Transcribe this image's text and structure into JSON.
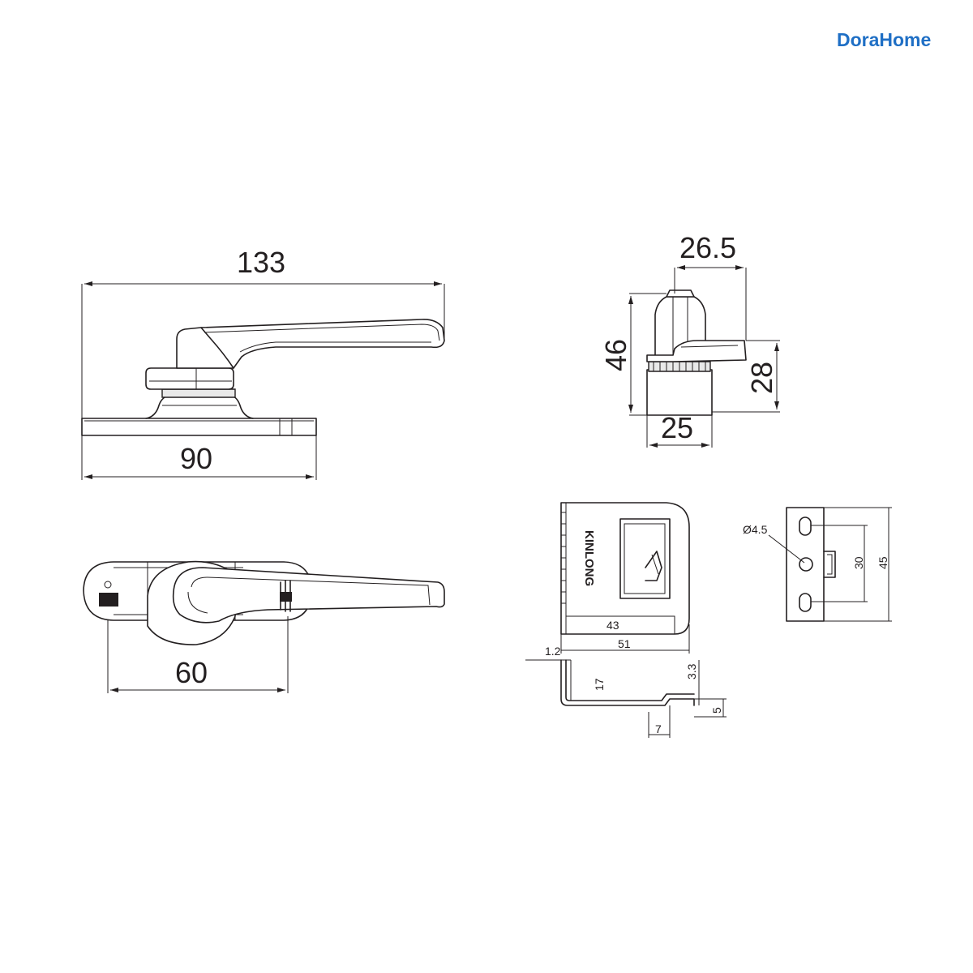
{
  "brand": {
    "logo_text": "DoraHome",
    "logo_color": "#1f6fc5"
  },
  "stamp": {
    "text": "KINLONG"
  },
  "colors": {
    "line": "#231f20",
    "background": "#ffffff"
  },
  "dimensions": {
    "handle_total_length": "133",
    "base_length": "90",
    "hole_spacing": "60",
    "side_width_top": "26.5",
    "side_height": "46",
    "side_lower_height": "28",
    "side_base_width": "25",
    "keeper_inner_width": "43",
    "keeper_outer_width": "51",
    "keeper_thickness": "1.2",
    "keeper_height_17": "17",
    "keeper_offset_3_3": "3.3",
    "keeper_step_5": "5",
    "keeper_step_7": "7",
    "hole_diameter": "Ø4.5",
    "keeper_hole_spacing": "30",
    "keeper_plate_height": "45"
  }
}
